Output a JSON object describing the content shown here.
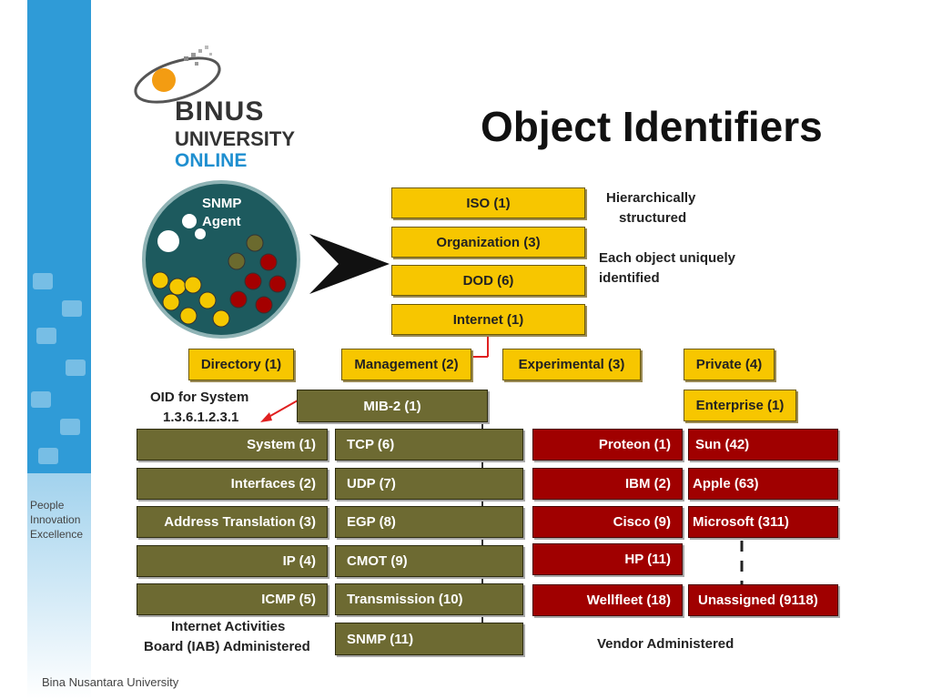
{
  "slide": {
    "title": "Object Identifiers",
    "footer": "Bina Nusantara University",
    "tagline": [
      "People",
      "Innovation",
      "Excellence"
    ]
  },
  "logo": {
    "line1": "BINUS",
    "line2": "UNIVERSITY",
    "line3": "ONLINE"
  },
  "agent": {
    "line1": "SNMP",
    "line2": "Agent"
  },
  "notes": {
    "hierarchical_1": "Hierarchically",
    "hierarchical_2": "structured",
    "unique_1": "Each object uniquely",
    "unique_2": "identified",
    "oid_1": "OID for System",
    "oid_2": "1.3.6.1.2.3.1",
    "iab_1": "Internet Activities",
    "iab_2": "Board (IAB) Administered",
    "vendor": "Vendor Administered"
  },
  "tree": {
    "iso": "ISO (1)",
    "organization": "Organization (3)",
    "dod": "DOD (6)",
    "internet": "Internet (1)",
    "directory": "Directory (1)",
    "management": "Management (2)",
    "experimental": "Experimental (3)",
    "private": "Private (4)",
    "mib2": "MIB-2  (1)",
    "enterprise": "Enterprise (1)",
    "mib_left": [
      "System (1)",
      "Interfaces (2)",
      "Address Translation (3)",
      "IP (4)",
      "ICMP (5)"
    ],
    "mib_right": [
      "TCP (6)",
      "UDP (7)",
      "EGP (8)",
      "CMOT (9)",
      "Transmission (10)",
      "SNMP (11)"
    ],
    "vendor_left": [
      "Proteon (1)",
      "IBM (2)",
      "Cisco (9)",
      "HP (11)",
      "Wellfleet (18)"
    ],
    "vendor_right": [
      "Sun (42)",
      "Apple (63)",
      "Microsoft (311)",
      "Unassigned (9118)"
    ]
  },
  "colors": {
    "yellow": "#f7c600",
    "olive": "#6d6a32",
    "red": "#a00000",
    "arrow": "#e02020",
    "brand_blue": "#2f9bd7"
  }
}
